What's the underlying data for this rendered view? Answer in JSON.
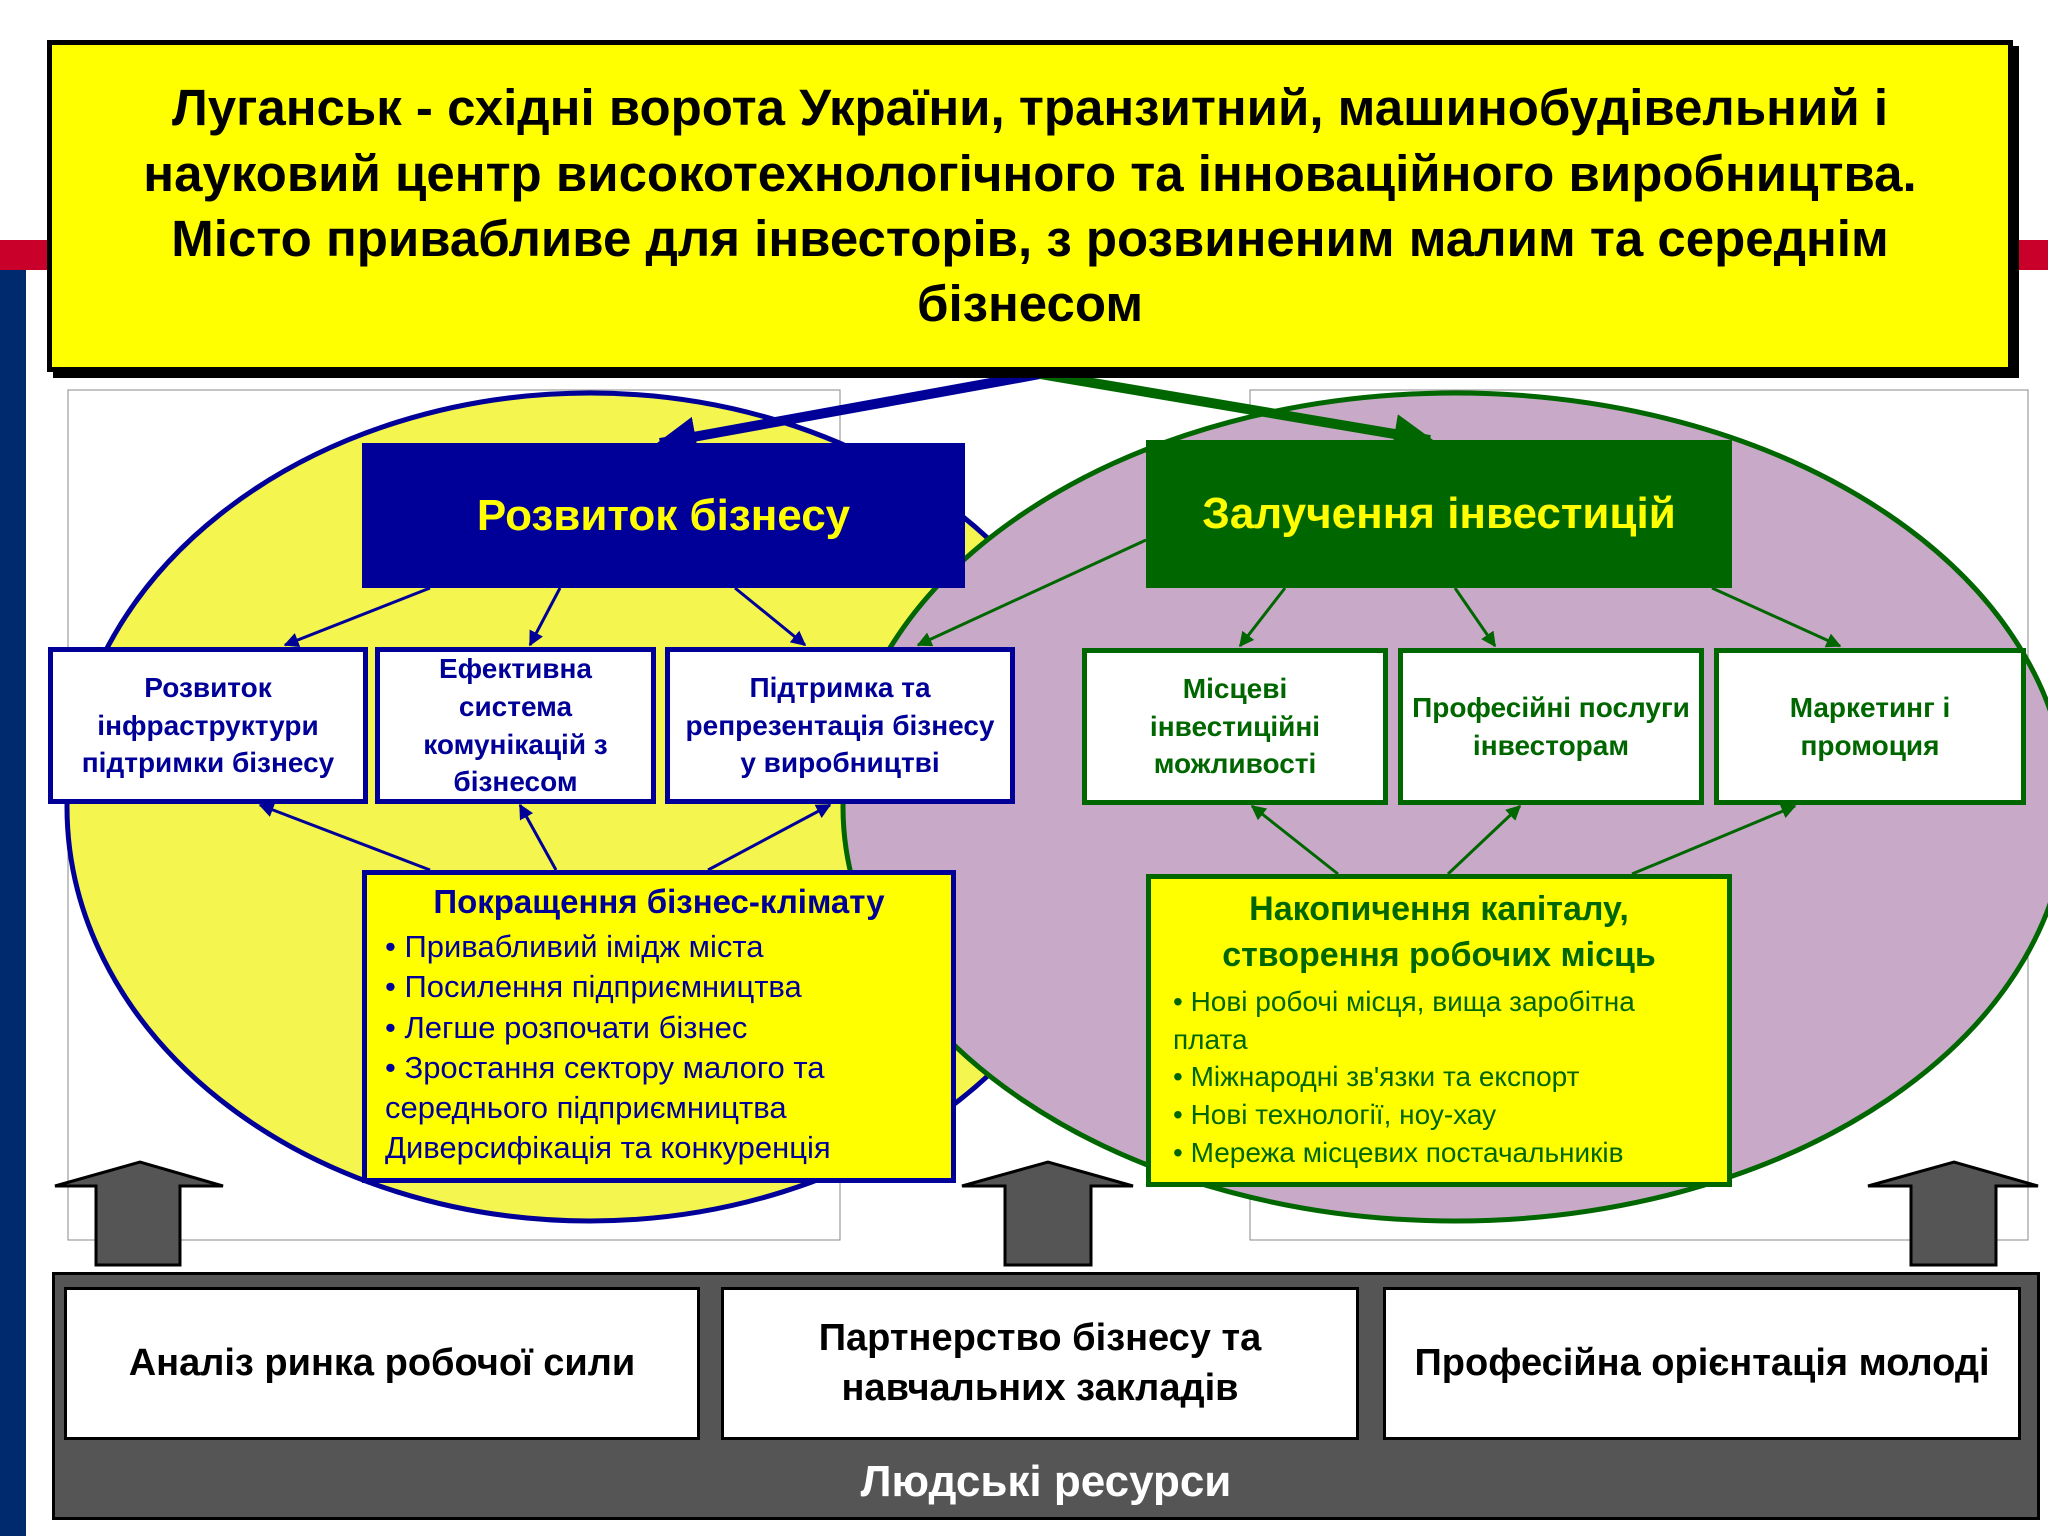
{
  "title": "Луганськ - східні ворота України, транзитний, машинобудівельний і науковий центр  високотехнологічного та інноваційного виробництва. Місто привабливе для інвесторів, з розвиненим малим та середнім бізнесом",
  "business": {
    "header": "Розвиток бізнесу",
    "items": [
      "Розвиток інфраструктури підтримки бізнесу",
      "Ефективна система комунікацій з бізнесом",
      "Підтримка та репрезентація бізнесу у виробництві"
    ],
    "climate": {
      "title": "Покращення бізнес-клімату",
      "points": [
        "• Привабливий імідж міста",
        "• Посилення підприємництва",
        "• Легше розпочати бізнес",
        "• Зростання сектору малого та середнього підприємництва",
        "Диверсифікація  та конкуренція"
      ]
    }
  },
  "investment": {
    "header": "Залучення інвестицій",
    "items": [
      "Місцеві інвестиційні можливості",
      "Професійні послуги інвесторам",
      "Маркетинг і промоция"
    ],
    "capital": {
      "title": "Накопичення капіталу, створення робочих місць",
      "points": [
        "• Нові робочі місця, вища заробітна плата",
        "• Міжнародні зв'язки та експорт",
        "• Нові технології, ноу-хау",
        "• Мережа місцевих постачальників"
      ]
    }
  },
  "human_resources": {
    "label": "Людські ресурси",
    "items": [
      "Аналіз ринка робочої сили",
      "Партнерство бізнесу та навчальних закладів",
      "Професійна орієнтація молоді"
    ]
  },
  "colors": {
    "yellow": "#ffff00",
    "ellipse_yellow": "#f5f550",
    "ellipse_purple": "#c8aac8",
    "blue": "#000099",
    "green": "#006600",
    "grey": "#555555",
    "side_bar_blue": "#002a6e",
    "side_bar_red": "#c8002a"
  }
}
